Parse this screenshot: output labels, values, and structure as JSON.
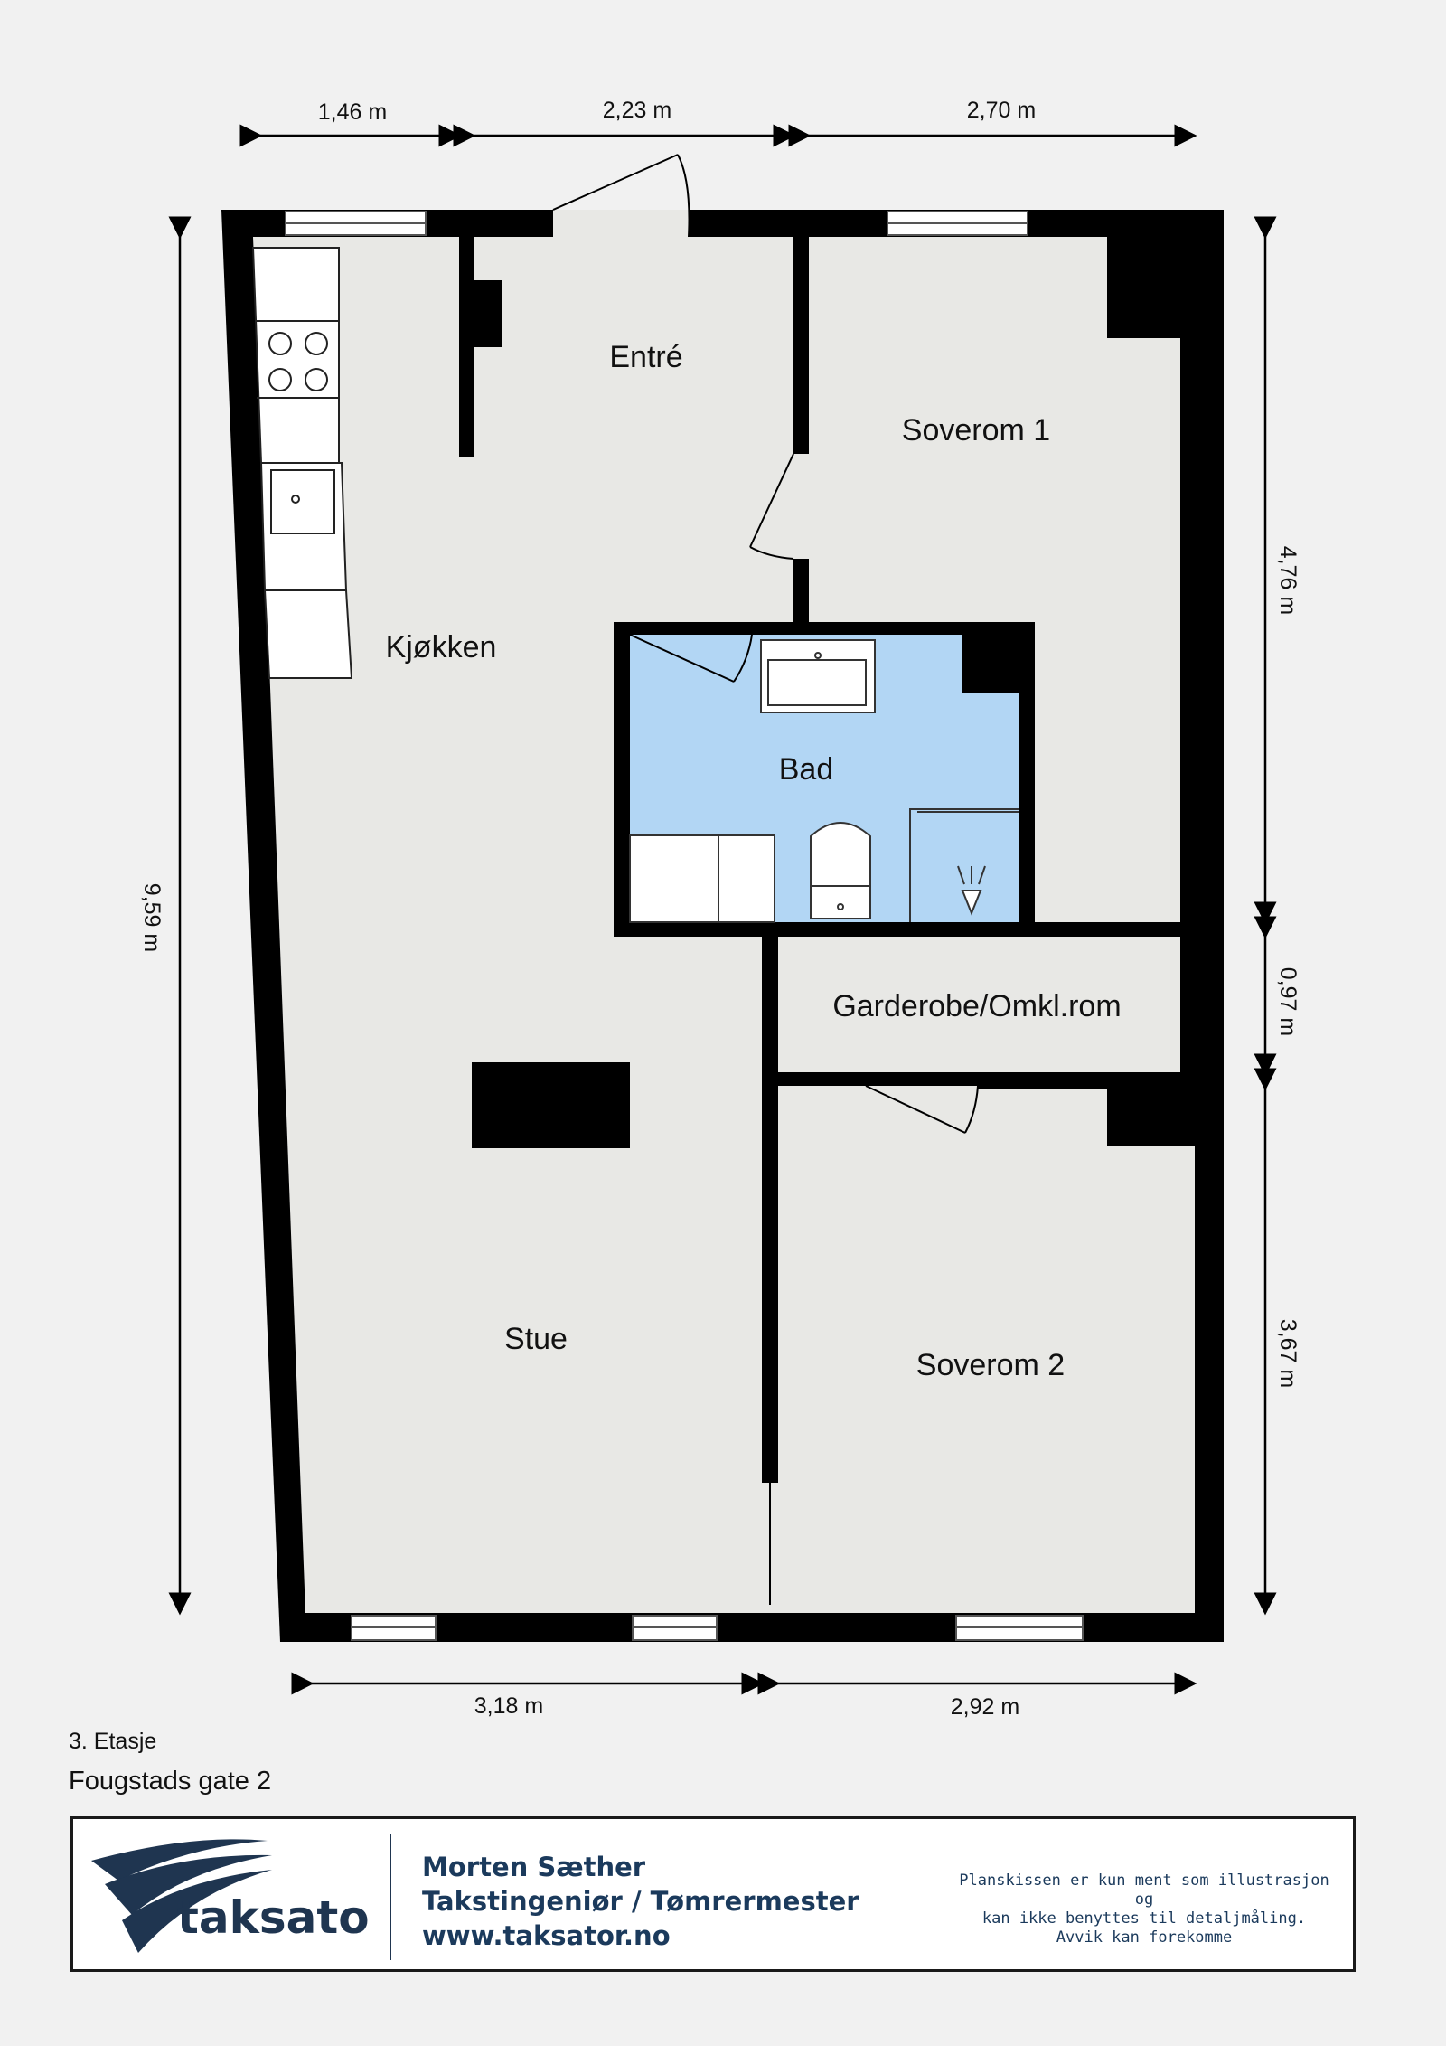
{
  "dimensions": {
    "top_1": "1,46 m",
    "top_2": "2,23 m",
    "top_3": "2,70 m",
    "left_total": "9,59 m",
    "right_1": "4,76 m",
    "right_2": "0,97 m",
    "right_3": "3,67 m",
    "bottom_1": "3,18 m",
    "bottom_2": "2,92 m"
  },
  "rooms": {
    "entre": "Entré",
    "soverom1": "Soverom 1",
    "kjokken": "Kjøkken",
    "bad": "Bad",
    "garderobe": "Garderobe/Omkl.rom",
    "stue": "Stue",
    "soverom2": "Soverom 2"
  },
  "floor": {
    "level": "3. Etasje",
    "address": "Fougstads gate 2"
  },
  "footer": {
    "logo_text": "taksator",
    "name": "Morten Sæther",
    "title": "Takstingeniør / Tømrermester",
    "website": "www.taksator.no",
    "disclaimer_lines": [
      "Planskissen er kun ment som illustrasjon og",
      "kan ikke benyttes til detaljmåling.",
      "Avvik kan forekomme"
    ]
  },
  "colors": {
    "wall": "#000000",
    "floor": "#e8e8e5",
    "bathroom": "#b2d6f4",
    "brand": "#1b3a5c"
  }
}
